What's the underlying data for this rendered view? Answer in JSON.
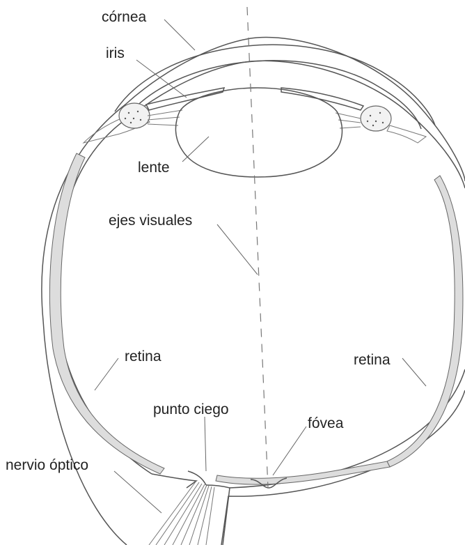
{
  "labels": {
    "cornea": "córnea",
    "iris": "iris",
    "lens": "lente",
    "visual_axis": "ejes visuales",
    "retina_left": "retina",
    "retina_right": "retina",
    "blind_spot": "punto ciego",
    "fovea": "fóvea",
    "optic_nerve": "nervio óptico"
  }
}
